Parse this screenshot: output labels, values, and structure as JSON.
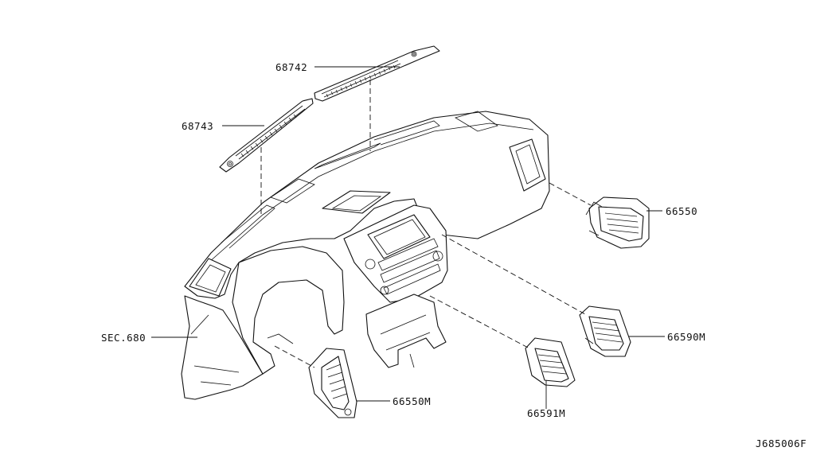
{
  "diagram": {
    "callouts": {
      "p68742": "68742",
      "p68743": "68743",
      "p66550": "66550",
      "sec680": "SEC.680",
      "p66590m": "66590M",
      "p66550m": "66550M",
      "p66591m": "66591M"
    },
    "drawing_code": "J685006F"
  },
  "colors": {
    "line": "#111111",
    "background": "#ffffff"
  }
}
